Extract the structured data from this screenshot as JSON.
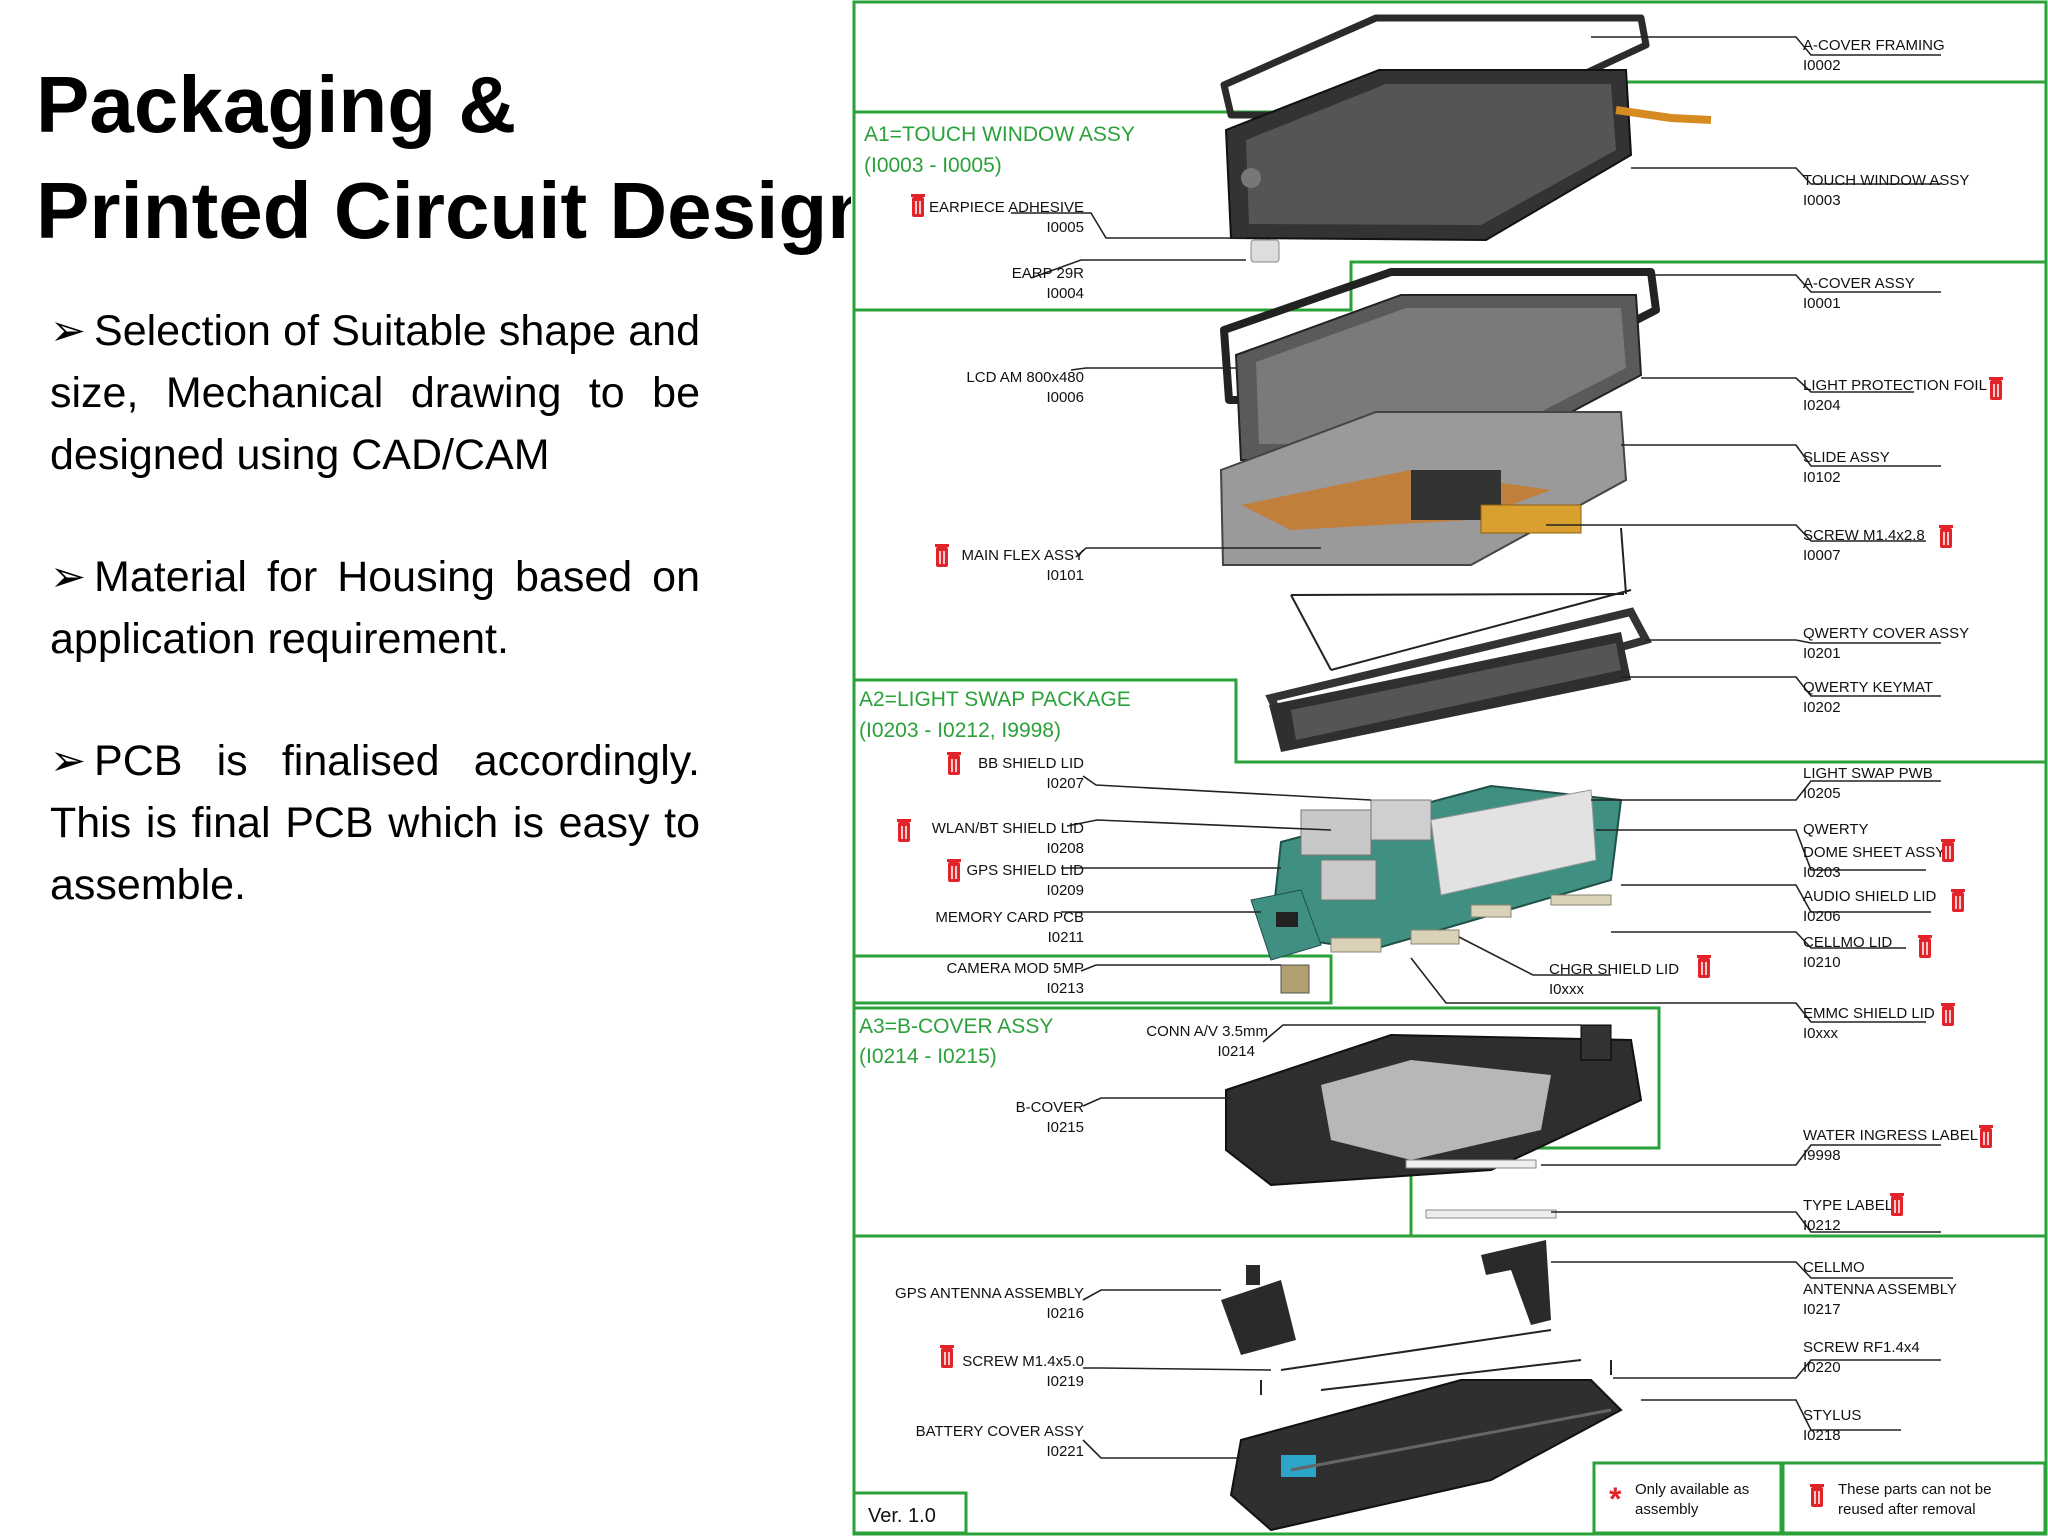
{
  "title": {
    "line1": "Packaging  &",
    "line2": "Printed Circuit Design"
  },
  "bullets": [
    "Selection of Suitable shape and size, Mechanical drawing to be designed using CAD/CAM",
    "Material for Housing based on application requirement.",
    "PCB is finalised accordingly. This is final PCB which is easy to assemble."
  ],
  "colors": {
    "group_border": "#2aa139",
    "recycle_icon": "#e2232a",
    "device": "#2b2b2b"
  },
  "diagram": {
    "groups": {
      "a1_title": "A1=TOUCH WINDOW ASSY",
      "a1_range": "(I0003 - I0005)",
      "a2_title": "A2=LIGHT SWAP PACKAGE",
      "a2_range": "(I0203 - I0212, I9998)",
      "a3_title": "A3=B-COVER ASSY",
      "a3_range": "(I0214 - I0215)"
    },
    "version": "Ver. 1.0",
    "legend": {
      "assembly_line1": "Only available as",
      "assembly_line2": "assembly",
      "noreuse_line1": "These parts can not be",
      "noreuse_line2": "reused after removal"
    },
    "labels": {
      "a_cover_framing": {
        "name": "A-COVER FRAMING",
        "code": "I0002"
      },
      "touch_window_assy": {
        "name": "TOUCH WINDOW ASSY",
        "code": "I0003"
      },
      "earpiece_adhesive": {
        "name": "EARPIECE ADHESIVE",
        "code": "I0005"
      },
      "earp": {
        "name": "EARP 29R",
        "code": "I0004"
      },
      "a_cover_assy": {
        "name": "A-COVER ASSY",
        "code": "I0001"
      },
      "lcd": {
        "name": "LCD AM 800x480",
        "code": "I0006"
      },
      "light_protection_foil": {
        "name": "LIGHT PROTECTION FOIL",
        "code": "I0204"
      },
      "slide_assy": {
        "name": "SLIDE ASSY",
        "code": "I0102"
      },
      "main_flex": {
        "name": "MAIN FLEX ASSY",
        "code": "I0101"
      },
      "screw_14x28": {
        "name": "SCREW M1.4x2.8",
        "code": "I0007"
      },
      "qwerty_cover": {
        "name": "QWERTY COVER ASSY",
        "code": "I0201"
      },
      "qwerty_keymat": {
        "name": "QWERTY KEYMAT",
        "code": "I0202"
      },
      "bb_shield": {
        "name": "BB SHIELD LID",
        "code": "I0207"
      },
      "light_swap_pwb": {
        "name": "LIGHT SWAP PWB",
        "code": "I0205"
      },
      "wlan_shield": {
        "name": "WLAN/BT SHIELD LID",
        "code": "I0208"
      },
      "qwerty_dome_1": {
        "name": "QWERTY"
      },
      "qwerty_dome_2": {
        "name": "DOME SHEET ASSY",
        "code": "I0203"
      },
      "gps_shield": {
        "name": "GPS SHIELD LID",
        "code": "I0209"
      },
      "audio_shield": {
        "name": "AUDIO SHIELD LID",
        "code": "I0206"
      },
      "memory_card": {
        "name": "MEMORY CARD PCB",
        "code": "I0211"
      },
      "cellmo_lid": {
        "name": "CELLMO LID",
        "code": "I0210"
      },
      "camera": {
        "name": "CAMERA MOD 5MP",
        "code": "I0213"
      },
      "chgr_shield": {
        "name": "CHGR SHIELD LID",
        "code": "I0xxx"
      },
      "emmc_shield": {
        "name": "EMMC SHIELD LID",
        "code": "I0xxx"
      },
      "conn_av": {
        "name": "CONN A/V 3.5mm",
        "code": "I0214"
      },
      "b_cover": {
        "name": "B-COVER",
        "code": "I0215"
      },
      "water_label": {
        "name": "WATER INGRESS LABEL",
        "code": "I9998"
      },
      "type_label": {
        "name": "TYPE LABEL",
        "code": "I0212"
      },
      "gps_antenna": {
        "name": "GPS ANTENNA ASSEMBLY",
        "code": "I0216"
      },
      "cellmo_antenna_1": {
        "name": "CELLMO"
      },
      "cellmo_antenna_2": {
        "name": "ANTENNA ASSEMBLY",
        "code": "I0217"
      },
      "screw_14x50": {
        "name": "SCREW M1.4x5.0",
        "code": "I0219"
      },
      "screw_rf": {
        "name": "SCREW RF1.4x4",
        "code": "I0220"
      },
      "battery_cover": {
        "name": "BATTERY COVER ASSY",
        "code": "I0221"
      },
      "stylus": {
        "name": "STYLUS",
        "code": "I0218"
      }
    }
  }
}
